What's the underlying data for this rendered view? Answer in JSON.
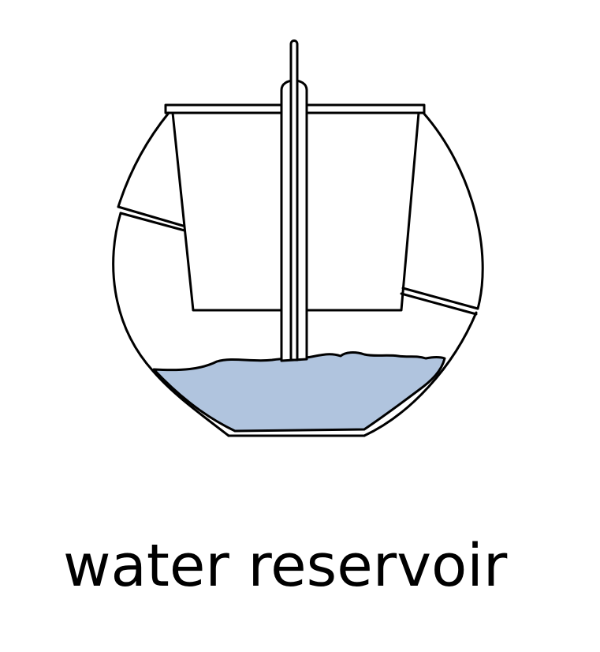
{
  "diagram": {
    "caption": "water reservoir",
    "colors": {
      "stroke": "#000000",
      "water": "#b0c4de",
      "background": "#ffffff"
    },
    "parts": [
      "outer-pot",
      "inner-pot",
      "wick-tube",
      "water-reservoir-fill"
    ]
  }
}
